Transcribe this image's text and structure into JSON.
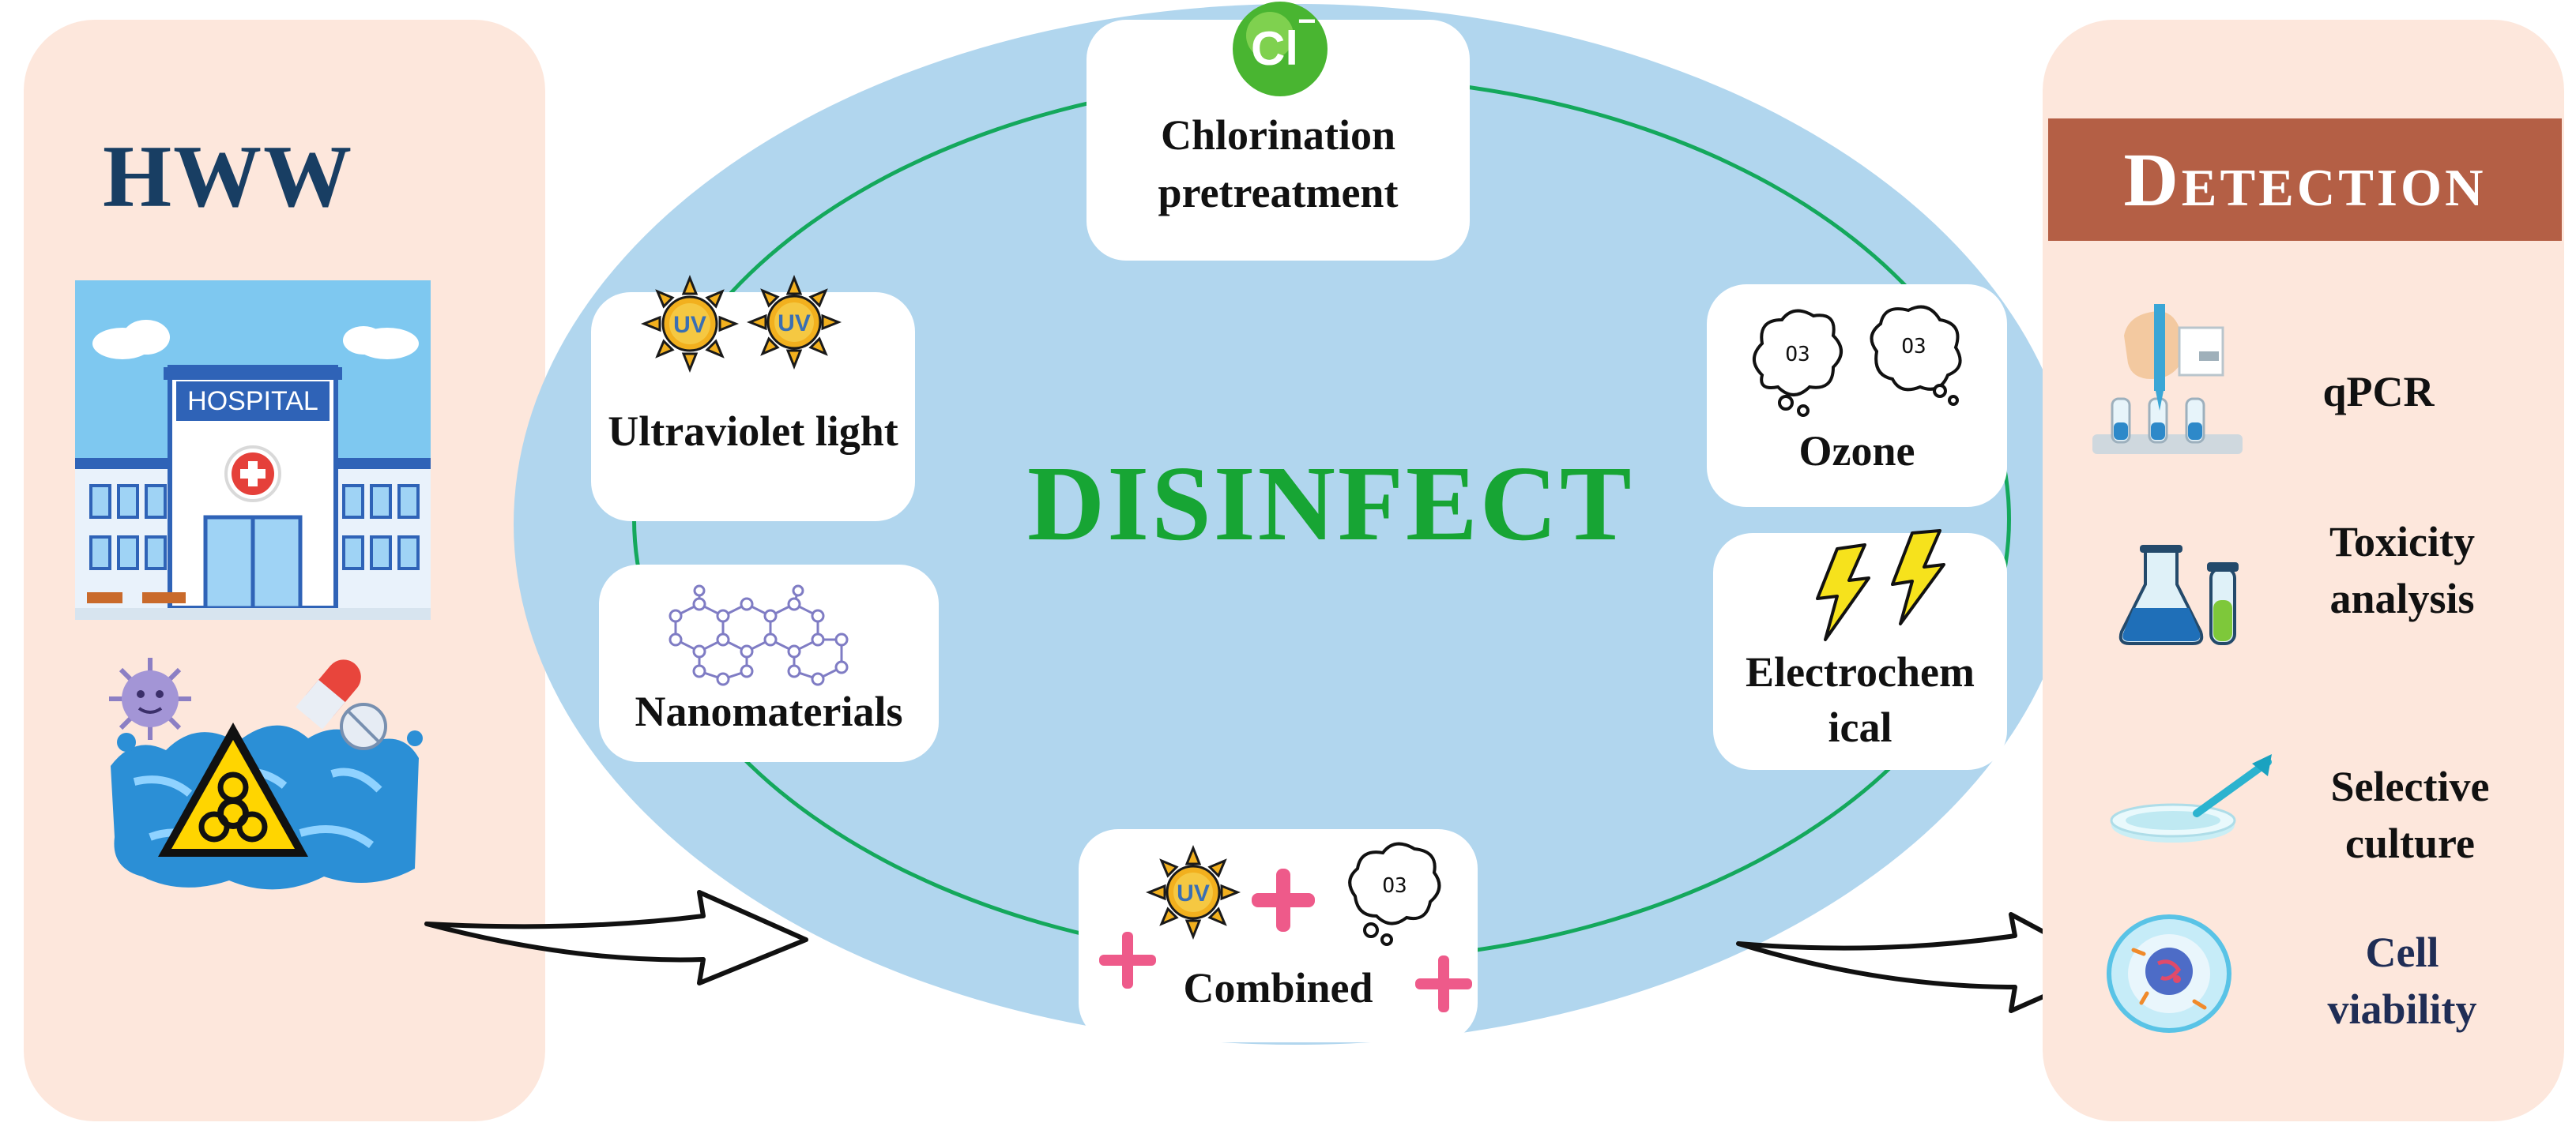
{
  "left_panel": {
    "title": "HWW",
    "hospital_sign": "HOSPITAL"
  },
  "center": {
    "title": "DISINFECT",
    "chlorine_symbol": "Cl",
    "chlorine_charge": "−",
    "uv_badge": "UV",
    "ozone_badge": "O3",
    "cards": {
      "chlorination": [
        "Chlorination",
        "pretreatment"
      ],
      "uv": "Ultraviolet light",
      "nanomaterials": "Nanomaterials",
      "ozone": "Ozone",
      "electrochemical": [
        "Electrochem",
        "ical"
      ],
      "combined": "Combined"
    }
  },
  "right_panel": {
    "title": "Detection",
    "methods": {
      "qpcr": "qPCR",
      "toxicity": [
        "Toxicity",
        "analysis"
      ],
      "culture": [
        "Selective",
        "culture"
      ],
      "viability": [
        "Cell",
        "viability"
      ]
    }
  },
  "colors": {
    "panel_bg": "#fde7dc",
    "ellipse_bg": "#b1d6ee",
    "ring": "#14a85c",
    "disinfect_green": "#17a534",
    "hww_navy": "#183e63",
    "banner_brown": "#b45f45"
  },
  "icons": [
    "hospital-icon",
    "virus-icon",
    "biohazard-icon",
    "pill-icon",
    "water-splash-icon",
    "chlorine-ion-icon",
    "uv-sun-icon",
    "nanomaterial-molecule-icon",
    "ozone-cloud-icon",
    "lightning-bolt-icon",
    "plus-icon",
    "pipette-tubes-icon",
    "flask-icon",
    "petri-dish-icon",
    "cell-icon",
    "arrow-right-icon"
  ]
}
